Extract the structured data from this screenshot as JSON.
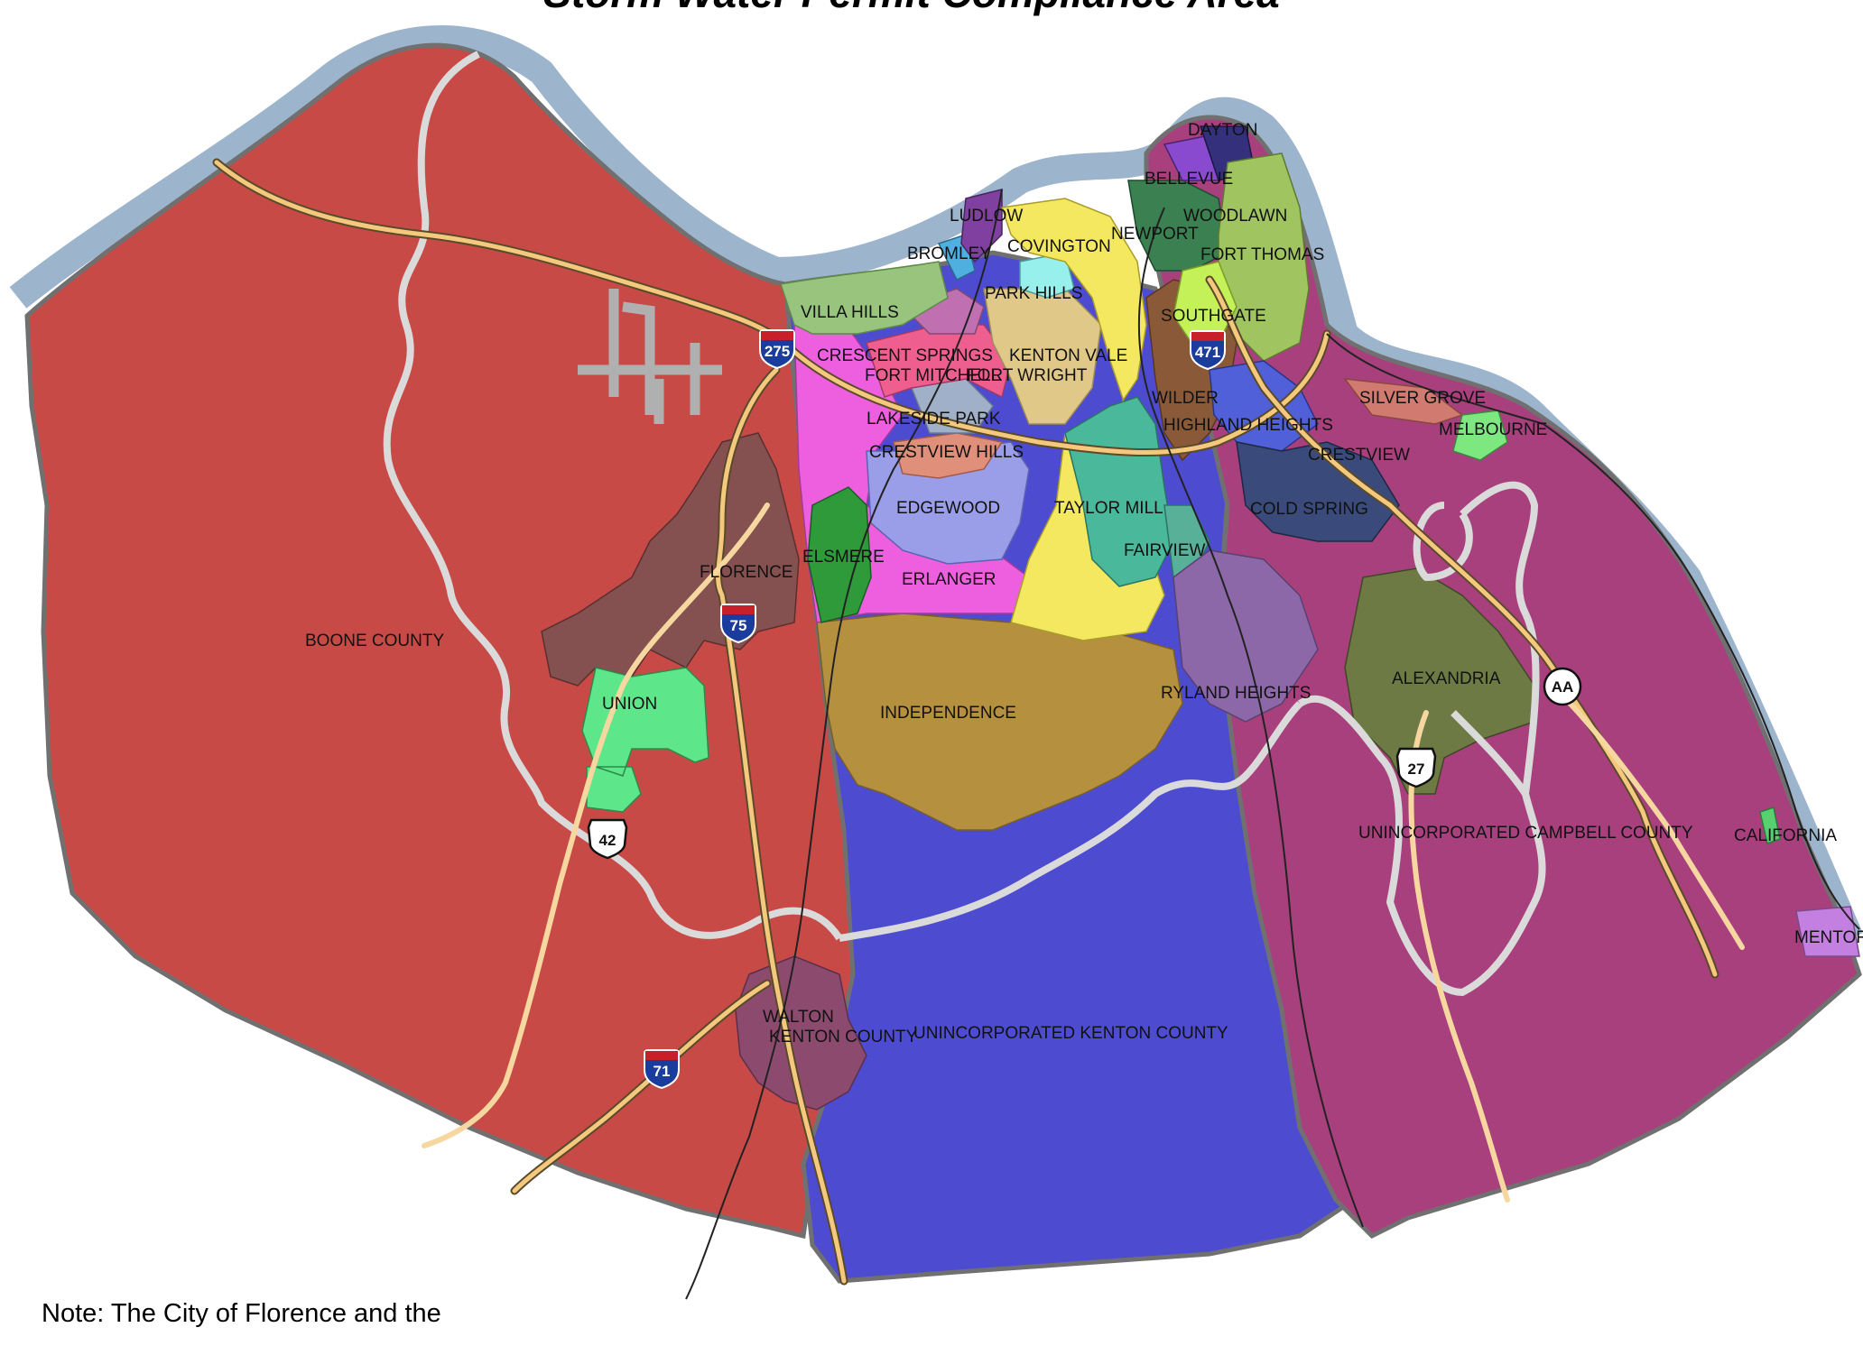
{
  "title": "Storm Water Permit Compliance Area",
  "note": "Note:  The City of Florence and the",
  "colors": {
    "boone": "#c84a47",
    "kenton": "#4d4bd0",
    "campbell": "#a8407e",
    "river": "#9cb4cc",
    "road": "#f4c97d",
    "boundary": "#d8d8d8"
  },
  "places": [
    {
      "id": "boone-county",
      "label": "BOONE COUNTY"
    },
    {
      "id": "florence",
      "label": "FLORENCE"
    },
    {
      "id": "union",
      "label": "UNION"
    },
    {
      "id": "walton",
      "label": "WALTON"
    },
    {
      "id": "walton-kenton",
      "label": "KENTON COUNTY"
    },
    {
      "id": "unincorporated-kenton",
      "label": "UNINCORPORATED KENTON COUNTY"
    },
    {
      "id": "independence",
      "label": "INDEPENDENCE"
    },
    {
      "id": "erlanger",
      "label": "ERLANGER"
    },
    {
      "id": "elsmere",
      "label": "ELSMERE"
    },
    {
      "id": "edgewood",
      "label": "EDGEWOOD"
    },
    {
      "id": "crestview-hills",
      "label": "CRESTVIEW HILLS"
    },
    {
      "id": "lakeside-park",
      "label": "LAKESIDE PARK"
    },
    {
      "id": "fort-mitchell",
      "label": "FORT MITCHELL"
    },
    {
      "id": "fort-wright",
      "label": "FORT WRIGHT"
    },
    {
      "id": "crescent-springs",
      "label": "CRESCENT SPRINGS"
    },
    {
      "id": "kenton-vale",
      "label": "KENTON VALE"
    },
    {
      "id": "villa-hills",
      "label": "VILLA HILLS"
    },
    {
      "id": "park-hills",
      "label": "PARK HILLS"
    },
    {
      "id": "bromley",
      "label": "BROMLEY"
    },
    {
      "id": "ludlow",
      "label": "LUDLOW"
    },
    {
      "id": "covington",
      "label": "COVINGTON"
    },
    {
      "id": "taylor-mill",
      "label": "TAYLOR MILL"
    },
    {
      "id": "fairview",
      "label": "FAIRVIEW"
    },
    {
      "id": "ryland-heights",
      "label": "RYLAND HEIGHTS"
    },
    {
      "id": "newport",
      "label": "NEWPORT"
    },
    {
      "id": "bellevue",
      "label": "BELLEVUE"
    },
    {
      "id": "dayton",
      "label": "DAYTON"
    },
    {
      "id": "woodlawn",
      "label": "WOODLAWN"
    },
    {
      "id": "fort-thomas",
      "label": "FORT THOMAS"
    },
    {
      "id": "southgate",
      "label": "SOUTHGATE"
    },
    {
      "id": "wilder",
      "label": "WILDER"
    },
    {
      "id": "highland-heights",
      "label": "HIGHLAND HEIGHTS"
    },
    {
      "id": "silver-grove",
      "label": "SILVER GROVE"
    },
    {
      "id": "melbourne",
      "label": "MELBOURNE"
    },
    {
      "id": "crestview",
      "label": "CRESTVIEW"
    },
    {
      "id": "cold-spring",
      "label": "COLD SPRING"
    },
    {
      "id": "alexandria",
      "label": "ALEXANDRIA"
    },
    {
      "id": "unincorporated-campbell",
      "label": "UNINCORPORATED CAMPBELL COUNTY"
    },
    {
      "id": "california",
      "label": "CALIFORNIA"
    },
    {
      "id": "mentor",
      "label": "MENTOR"
    }
  ],
  "shields": [
    {
      "id": "i-275",
      "label": "275",
      "type": "interstate"
    },
    {
      "id": "i-471",
      "label": "471",
      "type": "interstate"
    },
    {
      "id": "i-75",
      "label": "75",
      "type": "interstate"
    },
    {
      "id": "i-71",
      "label": "71",
      "type": "interstate"
    },
    {
      "id": "us-42",
      "label": "42",
      "type": "us"
    },
    {
      "id": "us-27",
      "label": "27",
      "type": "us"
    },
    {
      "id": "ky-aa",
      "label": "AA",
      "type": "state"
    }
  ]
}
